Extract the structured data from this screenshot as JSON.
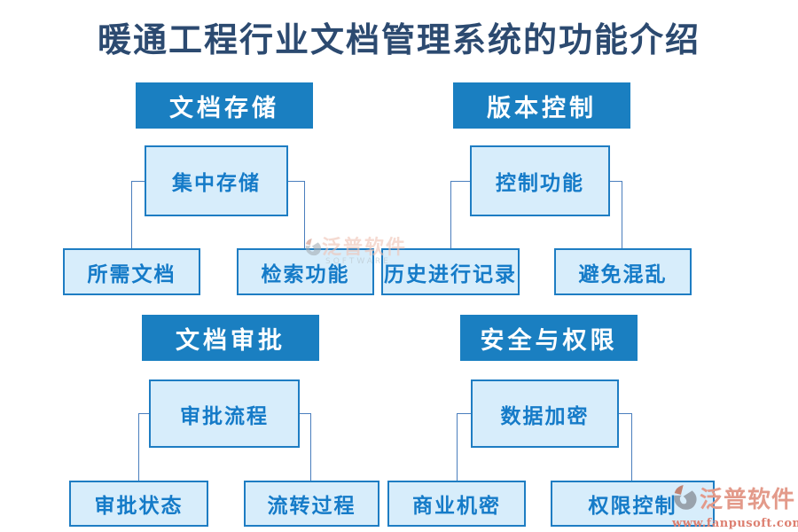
{
  "title": "暖通工程行业文档管理系统的功能介绍",
  "sections": [
    {
      "header": "文档存储",
      "mid": "集中存储",
      "children": [
        "所需文档",
        "检索功能"
      ]
    },
    {
      "header": "版本控制",
      "mid": "控制功能",
      "children": [
        "历史进行记录",
        "避免混乱"
      ]
    },
    {
      "header": "文档审批",
      "mid": "审批流程",
      "children": [
        "审批状态",
        "流转过程"
      ]
    },
    {
      "header": "安全与权限",
      "mid": "数据加密",
      "children": [
        "商业机密",
        "权限控制"
      ]
    }
  ],
  "watermark_center": {
    "brand": "泛普软件",
    "subtitle": "SOFTWARE"
  },
  "logo": {
    "brand": "泛普软件",
    "url": "www.fanpusoft.com"
  },
  "colors": {
    "title_text": "#2c4a70",
    "header_fill": "#1a7fc1",
    "header_text": "#ffffff",
    "node_fill": "#d7edfb",
    "node_border": "#1e7dc3",
    "node_text": "#157bc8",
    "connector": "#4a7ebd",
    "logo_text": "#e39a8a",
    "logo_url": "#dd7f70",
    "logo_gray": "#99a3ad",
    "logo_salmon": "#c08272"
  }
}
